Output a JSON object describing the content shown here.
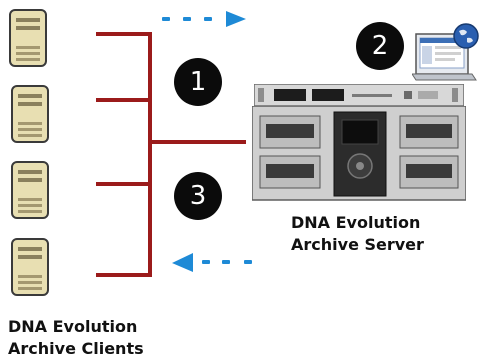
{
  "diagram": {
    "badges": [
      {
        "number": "1",
        "color": "#0b0b0b"
      },
      {
        "number": "2",
        "color": "#0b0b0b"
      },
      {
        "number": "3",
        "color": "#0b0b0b"
      }
    ],
    "server_label": {
      "line1": "DNA Evolution",
      "line2": "Archive Server"
    },
    "clients_label": {
      "line1": "DNA Evolution",
      "line2": "Archive Clients"
    },
    "colors": {
      "bus_line": "#9b1b1b",
      "arrow": "#1e8ad6",
      "client_body": "#e8dfb2",
      "library_body": "#cfcfcf"
    },
    "icons": [
      "client-computer-icon",
      "laptop-icon",
      "globe-icon",
      "tape-server-icon",
      "tape-library-icon"
    ]
  }
}
